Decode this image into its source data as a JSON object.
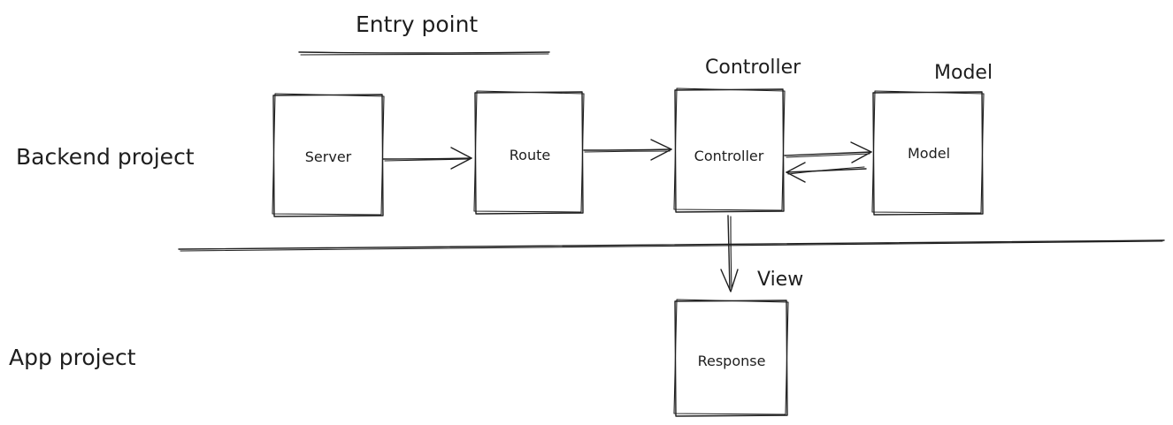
{
  "titles": {
    "entry_point": "Entry point",
    "controller": "Controller",
    "model": "Model",
    "view": "View"
  },
  "sections": {
    "backend": "Backend project",
    "app": "App project"
  },
  "boxes": {
    "server": "Server",
    "route": "Route",
    "controller": "Controller",
    "model": "Model",
    "response": "Response"
  },
  "stroke_color": "#1e1e1e",
  "background_color": "#ffffff"
}
